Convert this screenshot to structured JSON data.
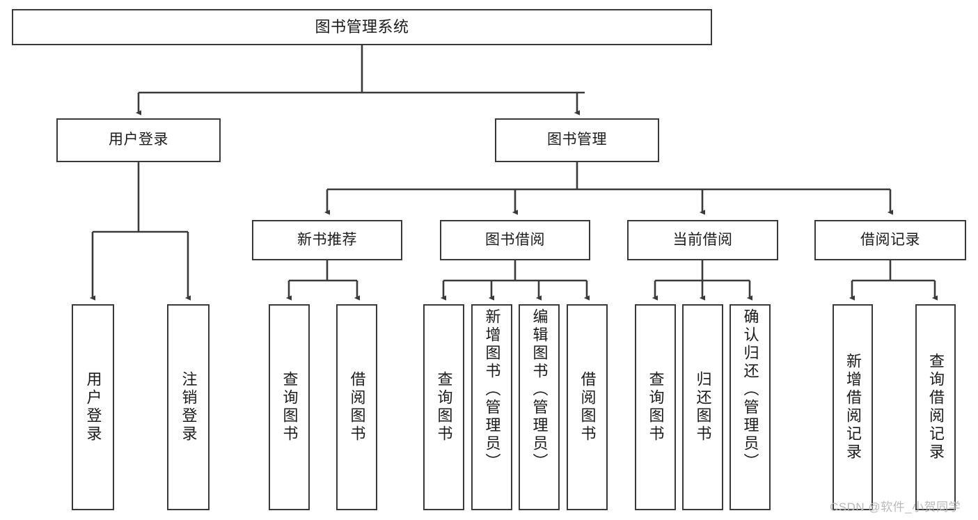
{
  "diagram": {
    "title": "图书管理系统",
    "type": "tree-hierarchy-chart",
    "root": {
      "label": "图书管理系统"
    },
    "level2": [
      {
        "label": "用户登录"
      },
      {
        "label": "图书管理"
      }
    ],
    "level3": [
      {
        "label": "新书推荐"
      },
      {
        "label": "图书借阅"
      },
      {
        "label": "当前借阅"
      },
      {
        "label": "借阅记录"
      }
    ],
    "leaves": {
      "user_login": [
        {
          "label": "用户登录"
        },
        {
          "label": "注销登录"
        }
      ],
      "new_book_recommend": [
        {
          "label": "查询图书"
        },
        {
          "label": "借阅图书"
        }
      ],
      "book_borrow": [
        {
          "label": "查询图书"
        },
        {
          "label": "新增图书（管理员）"
        },
        {
          "label": "编辑图书（管理员）"
        },
        {
          "label": "借阅图书"
        }
      ],
      "current_borrow": [
        {
          "label": "查询图书"
        },
        {
          "label": "归还图书"
        },
        {
          "label": "确认归还（管理员）"
        }
      ],
      "borrow_record": [
        {
          "label": "新增借阅记录"
        },
        {
          "label": "查询借阅记录"
        }
      ]
    },
    "watermark": "CSDN @软件_小贺同学",
    "colors": {
      "stroke": "#3a3a3a",
      "background": "#ffffff",
      "text": "#1b1b1b",
      "watermark": "#b9b9b9"
    }
  }
}
